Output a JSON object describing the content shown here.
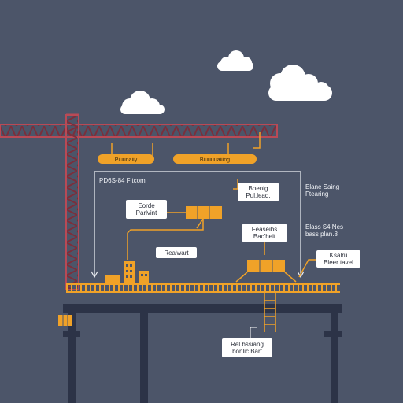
{
  "colors": {
    "background": "#4c5569",
    "crane": "#7a2f3c",
    "crane_outline": "#b84a56",
    "accent": "#f0a228",
    "line": "#f0f2f6",
    "structure": "#2c3347",
    "cloud": "#ffffff"
  },
  "labels": {
    "pill_left": "Piuunaiiy",
    "pill_right": "Biuuuuaiiing",
    "title": "PD6S-84 Fitcom",
    "right_heading_1": "Elane Saing",
    "right_heading_2": "Ftearing",
    "right_mid_1": "Elass S4 Nes",
    "right_mid_2": "bass plan.8",
    "card_top_line1": "Boenig",
    "card_top_line2": "Pul.lead.",
    "card_left_line1": "Eorde",
    "card_left_line2": "Parlvint",
    "card_mid_line1": "Feaseibs",
    "card_mid_line2": "Bac'heit",
    "card_center": "Rea'wart",
    "card_right_line1": "Ksalru",
    "card_right_line2": "Bleer tavel",
    "card_bottom_line1": "Rel bssiang",
    "card_bottom_line2": "bonlic Bart"
  },
  "icons": [
    "cloud-icon",
    "crane-icon",
    "building-icon",
    "container-icon",
    "ladder-icon"
  ]
}
